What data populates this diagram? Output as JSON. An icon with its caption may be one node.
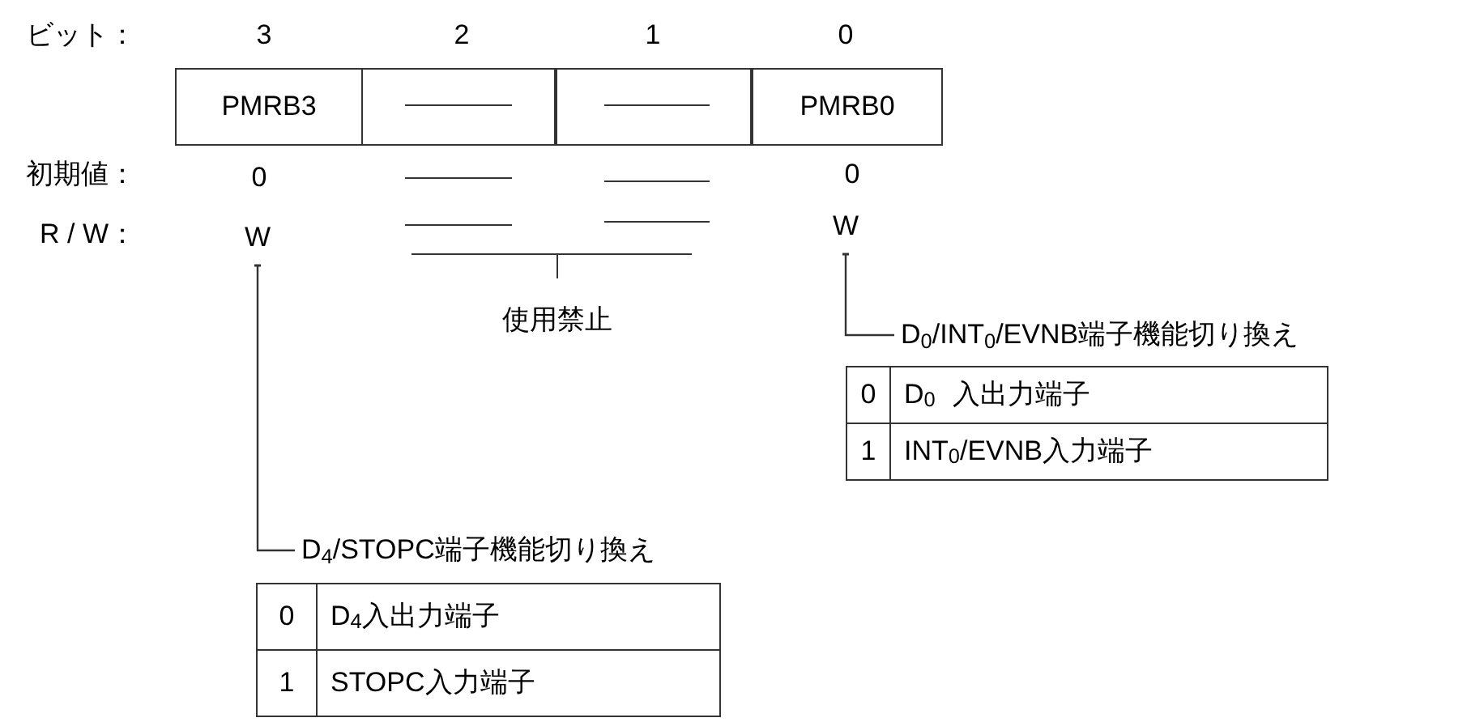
{
  "diagram": {
    "nodes": [
      {
        "text": [
          "PMRB3"
        ]
      },
      {
        "text": [],
        "shape": "box"
      },
      {
        "text": [],
        "shape": "box"
      },
      {
        "text": [
          "PMRB0"
        ]
      },
      {
        "text": [
          "W"
        ]
      },
      {
        "text": [
          "W"
        ]
      },
      {
        "text": [
          "使用禁止"
        ]
      },
      {
        "text": [
          "D$_{0}$/INT$_{0}$/EVNB端子機能切り換え"
        ]
      },
      {
        "text": [
          "0",
          "D$_{0}$ 入出力端子"
        ]
      },
      {
        "text": [
          "1",
          "INT$_{0}$/EVNB入力端子"
        ]
      },
      {
        "text": [
          "D$_{4}$/STOPC端子機能切り換え"
        ]
      },
      {
        "text": [
          "0",
          "D$_{4}$入出力端子"
        ]
      },
      {
        "text": [
          "1",
          "STOPC入力端子"
        ]
      }
    ],
    "edges": [
      {
        "from": 5,
        "to": 7,
        "arrow": "other"
      },
      {
        "from": 4,
        "to": 10,
        "arrow": "other"
      }
    ],
    "labels": [
      "ビット：",
      "3",
      "2",
      "1",
      "0",
      "初期値：",
      "0",
      "0",
      "R / W："
    ]
  }
}
